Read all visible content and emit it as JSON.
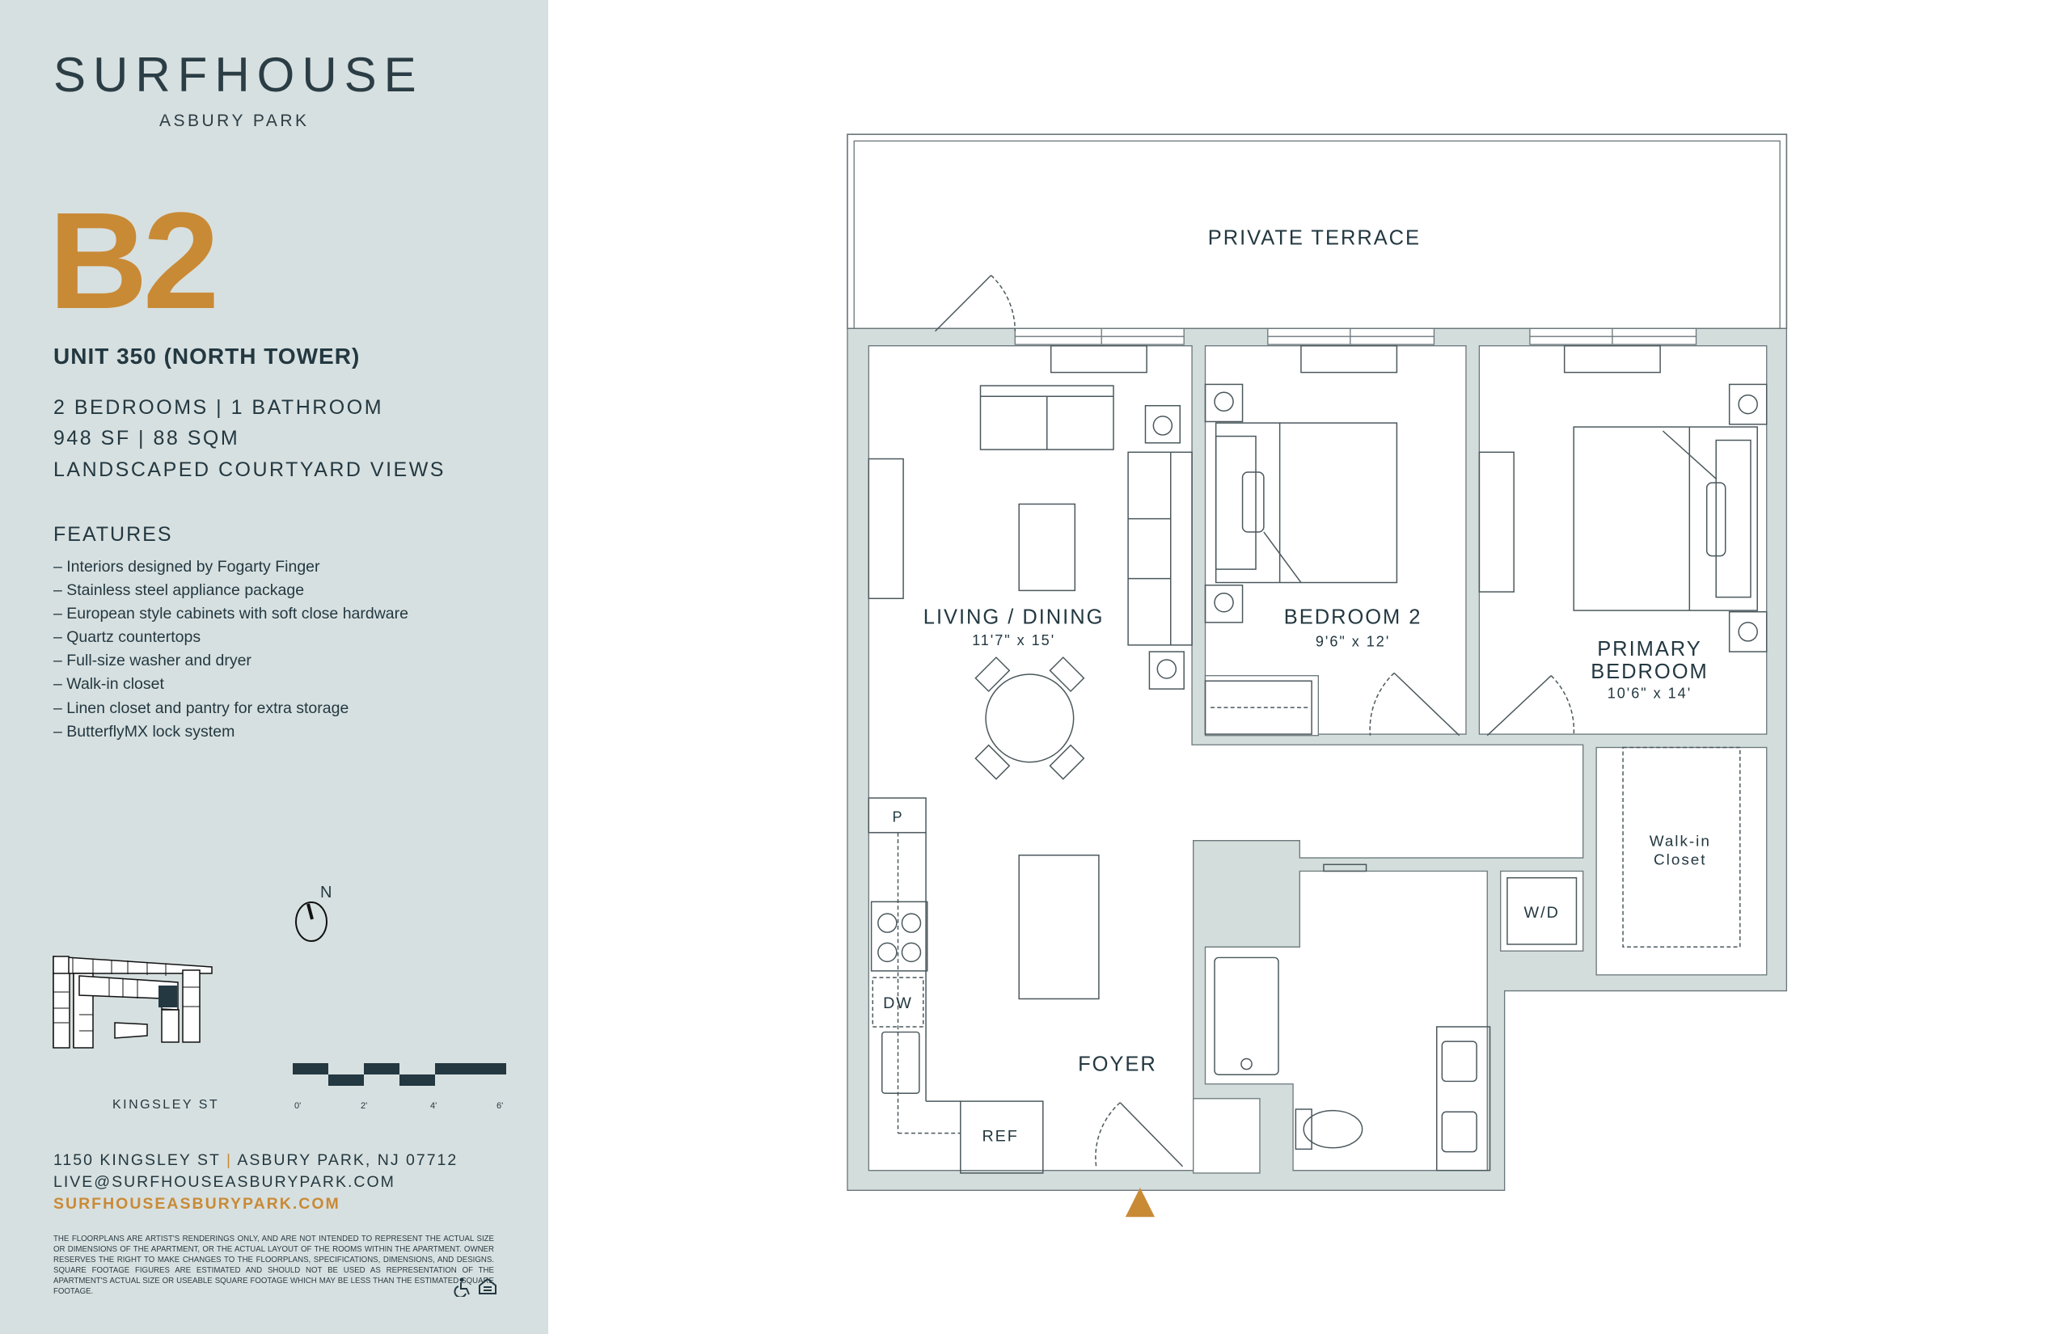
{
  "brand": {
    "name": "SURFHOUSE",
    "location": "ASBURY PARK"
  },
  "unit": {
    "code": "B2",
    "name": "UNIT 350 (NORTH TOWER)",
    "specs": [
      "2 BEDROOMS | 1 BATHROOM",
      "948 SF | 88 SQM",
      "LANDSCAPED COURTYARD VIEWS"
    ]
  },
  "features": {
    "heading": "FEATURES",
    "items": [
      "– Interiors designed by Fogarty Finger",
      "– Stainless steel appliance package",
      "– European style cabinets with soft close hardware",
      "– Quartz countertops",
      "– Full-size washer and dryer",
      "– Walk-in closet",
      "– Linen closet and pantry for extra storage",
      "– ButterflyMX lock system"
    ]
  },
  "keyplan": {
    "north_label": "N",
    "street_label": "KINGSLEY ST",
    "scale_ticks": [
      "0'",
      "2'",
      "4'",
      "6'"
    ]
  },
  "contact": {
    "street": "1150 KINGSLEY ST",
    "separator": "|",
    "city": "ASBURY PARK, NJ 07712",
    "email": "LIVE@SURFHOUSEASBURYPARK.COM",
    "website": "SURFHOUSEASBURYPARK.COM"
  },
  "disclaimer": "THE FLOORPLANS ARE ARTIST'S RENDERINGS ONLY, AND ARE NOT INTENDED TO REPRESENT THE ACTUAL SIZE OR DIMENSIONS OF THE APARTMENT, OR THE ACTUAL LAYOUT OF THE ROOMS WITHIN THE APARTMENT. OWNER RESERVES THE RIGHT TO MAKE CHANGES TO THE FLOORPLANS, SPECIFICATIONS, DIMENSIONS, AND DESIGNS. SQUARE FOOTAGE FIGURES ARE ESTIMATED AND SHOULD NOT BE USED AS REPRESENTATION OF THE APARTMENT'S ACTUAL SIZE OR USEABLE SQUARE FOOTAGE WHICH MAY BE LESS THAN THE ESTIMATED SQUARE FOOTAGE.",
  "floorplan": {
    "terrace": "PRIVATE TERRACE",
    "living": {
      "name": "LIVING / DINING",
      "dims": "11'7\" x 15'"
    },
    "bedroom2": {
      "name": "BEDROOM 2",
      "dims": "9'6\" x 12'"
    },
    "primary": {
      "name_line1": "PRIMARY",
      "name_line2": "BEDROOM",
      "dims": "10'6\" x 14'"
    },
    "walkin": {
      "line1": "Walk-in",
      "line2": "Closet"
    },
    "foyer": "FOYER",
    "pantry": "P",
    "dishwasher": "DW",
    "fridge": "REF",
    "laundry": "W/D"
  },
  "colors": {
    "accent": "#c98a36",
    "panel": "#d7e0e0",
    "wall": "#d3dddc",
    "ink": "#233841"
  }
}
